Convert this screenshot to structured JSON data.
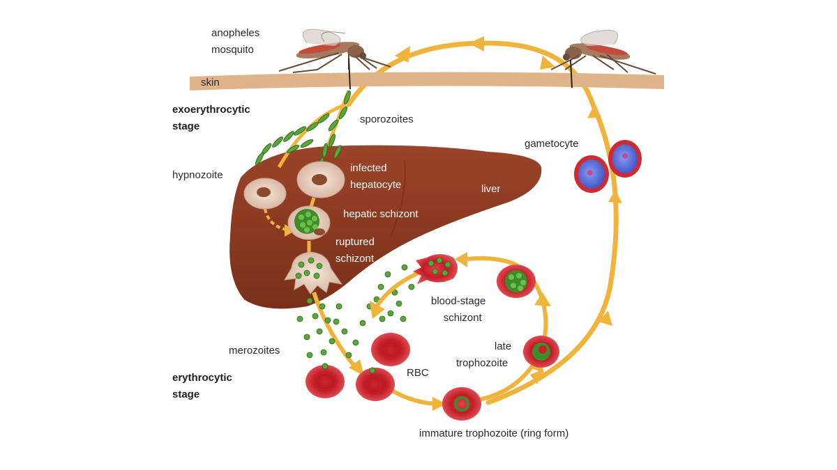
{
  "labels": {
    "mosquito": [
      "anopheles",
      "mosquito"
    ],
    "skin": "skin",
    "exo_stage": [
      "exoerythrocytic",
      "stage"
    ],
    "sporozoites": "sporozoites",
    "hypnozoite": "hypnozoite",
    "infected_hepatocyte": [
      "infected",
      "hepatocyte"
    ],
    "liver": "liver",
    "hepatic_schizont": "hepatic schizont",
    "ruptured_schizont": [
      "ruptured",
      "schizont"
    ],
    "gametocyte": "gametocyte",
    "blood_stage_schizont": [
      "blood-stage",
      "schizont"
    ],
    "late_trophozoite": [
      "late",
      "trophozoite"
    ],
    "merozoites": "merozoites",
    "rbc": "RBC",
    "ery_stage": [
      "erythrocytic",
      "stage"
    ],
    "ring_form": "immature trophozoite (ring form)"
  },
  "colors": {
    "arrow": "#f0b43c",
    "liver": "#8b3a22",
    "skin": "#e0b48a",
    "rbc": "#c8202a",
    "parasite": "#4c9a2e",
    "gametocyte": "#5a6ed8"
  }
}
